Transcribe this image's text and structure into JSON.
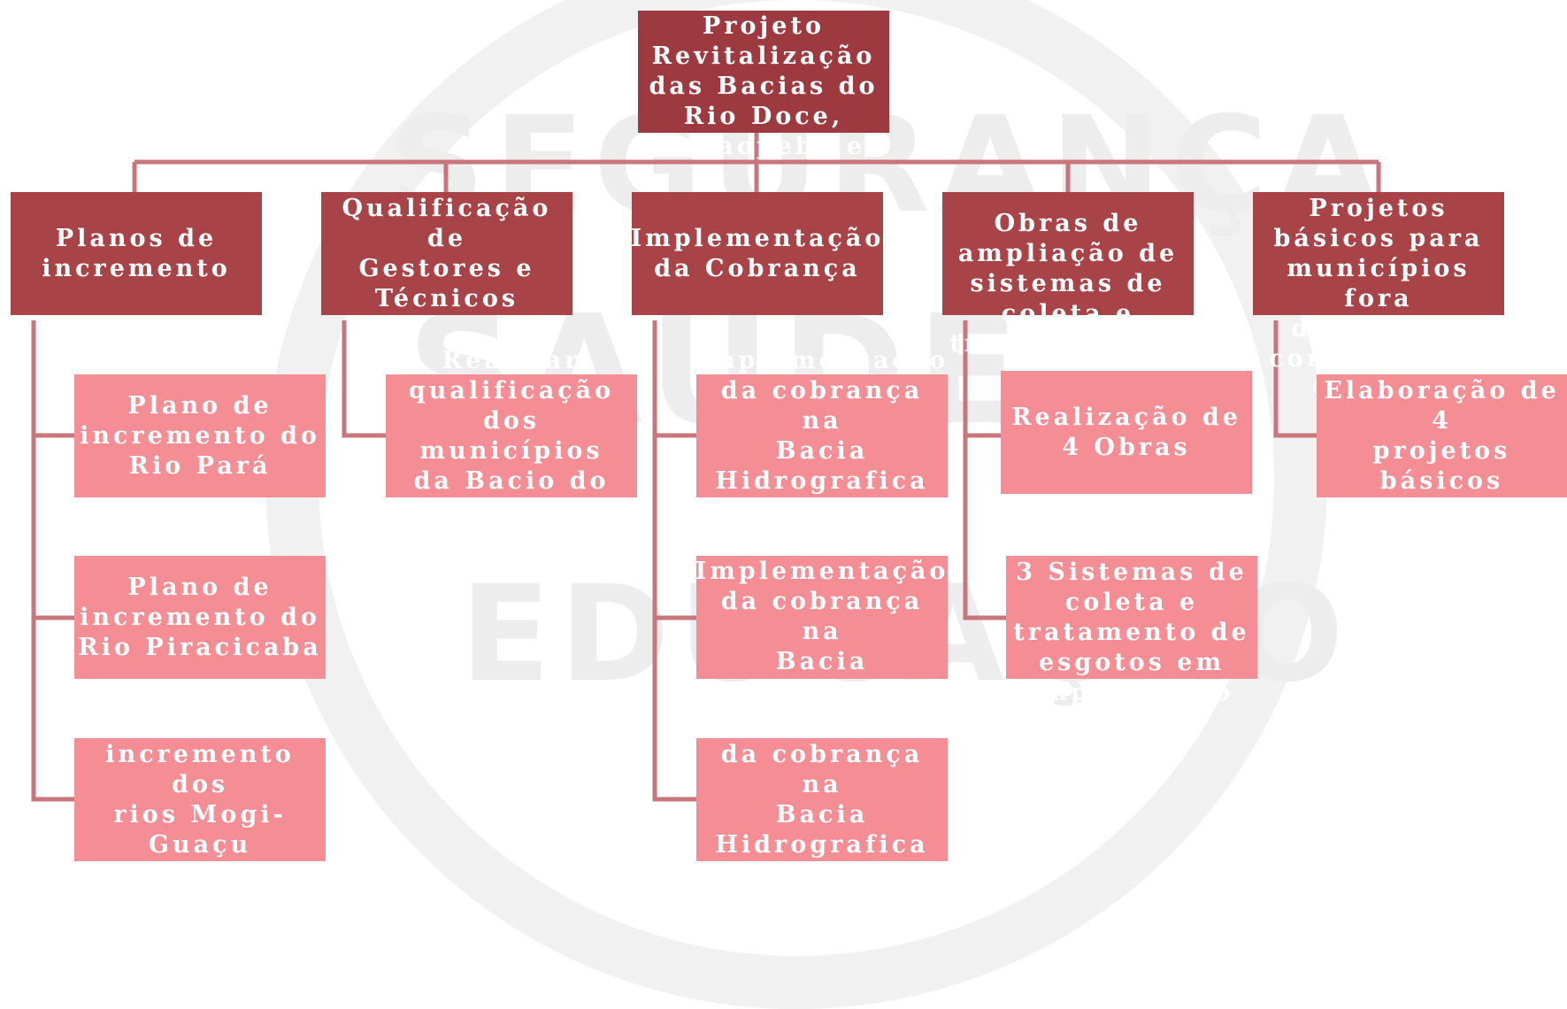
{
  "root": {
    "label": "Projeto\nRevitalização\ndas Bacias do\nRio Doce,\nParaopeba e"
  },
  "columns": [
    {
      "label": "Planos de\nincremento",
      "items": [
        "Plano de\nincremento  do\nRio Pará",
        "Plano de\nincremento  do\nRio Piracicaba",
        "Plano de\nincremento  dos\nrios Mogi-Guaçu\nPardo\nElaborado"
      ]
    },
    {
      "label": "Qualificação de\nGestores e\nTécnicos",
      "items": [
        "Realizar\nqualificação\ndos municípios\nda Bacio do Rio\nParaopeba"
      ]
    },
    {
      "label": "Implementação\nda Cobrança",
      "items": [
        "Implementação\nda cobrança na\nBacia\nHidrografica do\nRio",
        "Implementação\nda cobrança na\nBacia\nHidrografica\ndos Rios Preto\ne Paraibuna",
        "Implementação\nda cobrança na\nBacia\nHidrografica\ndos Rios Pomba"
      ]
    },
    {
      "label": "Obras de\nampliação de\nsistemas de\ncoleta e\ntratamento de\nesgotos",
      "items": [
        "Realização de\n4 Obras",
        "3 Sistemas de\ncoleta e\ntratamento de\nesgotos em\nimplantação"
      ]
    },
    {
      "label": "Projetos\nbásicos para\nmunicípios fora\nda área de\nconcessão da\nCOPASA",
      "items": [
        "Elaboração de 4\nprojetos\nbásicos"
      ]
    }
  ],
  "watermark": {
    "line1": "SEGURANÇA",
    "line2": "SAÚDE",
    "line3": "EDUCAÇÃO"
  },
  "colors": {
    "root": "#9c3a40",
    "category": "#a84347",
    "item": "#f58d95",
    "connector": "#c8767c"
  }
}
